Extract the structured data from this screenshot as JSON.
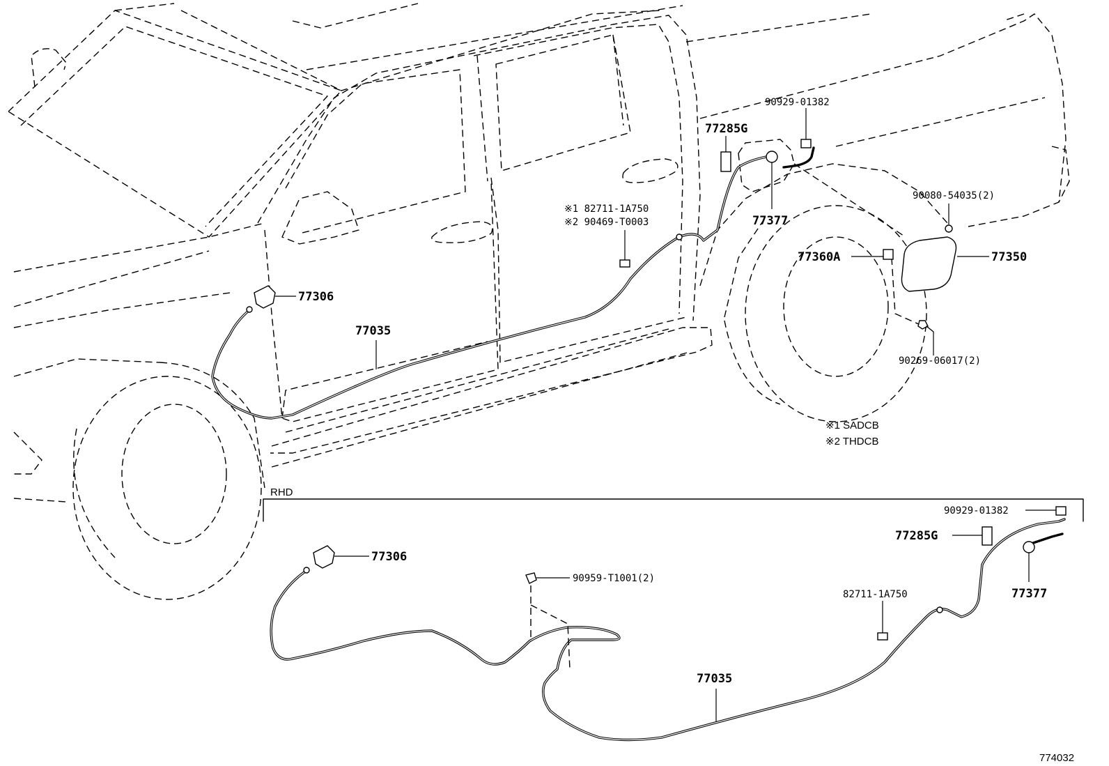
{
  "top_view": {
    "labels": {
      "p77306": "77306",
      "p77035": "77035",
      "p77285g": "77285G",
      "p90929": "90929-01382",
      "p77377": "77377",
      "p90080": "90080-54035(2)",
      "p77360a": "77360A",
      "p77350": "77350",
      "p90269": "90269-06017(2)",
      "note1_part": "※1 82711-1A750",
      "note2_part": "※2 90469-T0003"
    }
  },
  "legend": {
    "note1": "※1 SADCB",
    "note2": "※2 THDCB"
  },
  "rhd_view": {
    "title": "RHD",
    "labels": {
      "p77306": "77306",
      "p90959": "90959-T1001(2)",
      "p90929": "90929-01382",
      "p77285g": "77285G",
      "p77377": "77377",
      "p82711": "82711-1A750",
      "p77035": "77035"
    }
  },
  "diagram_number": "774032"
}
